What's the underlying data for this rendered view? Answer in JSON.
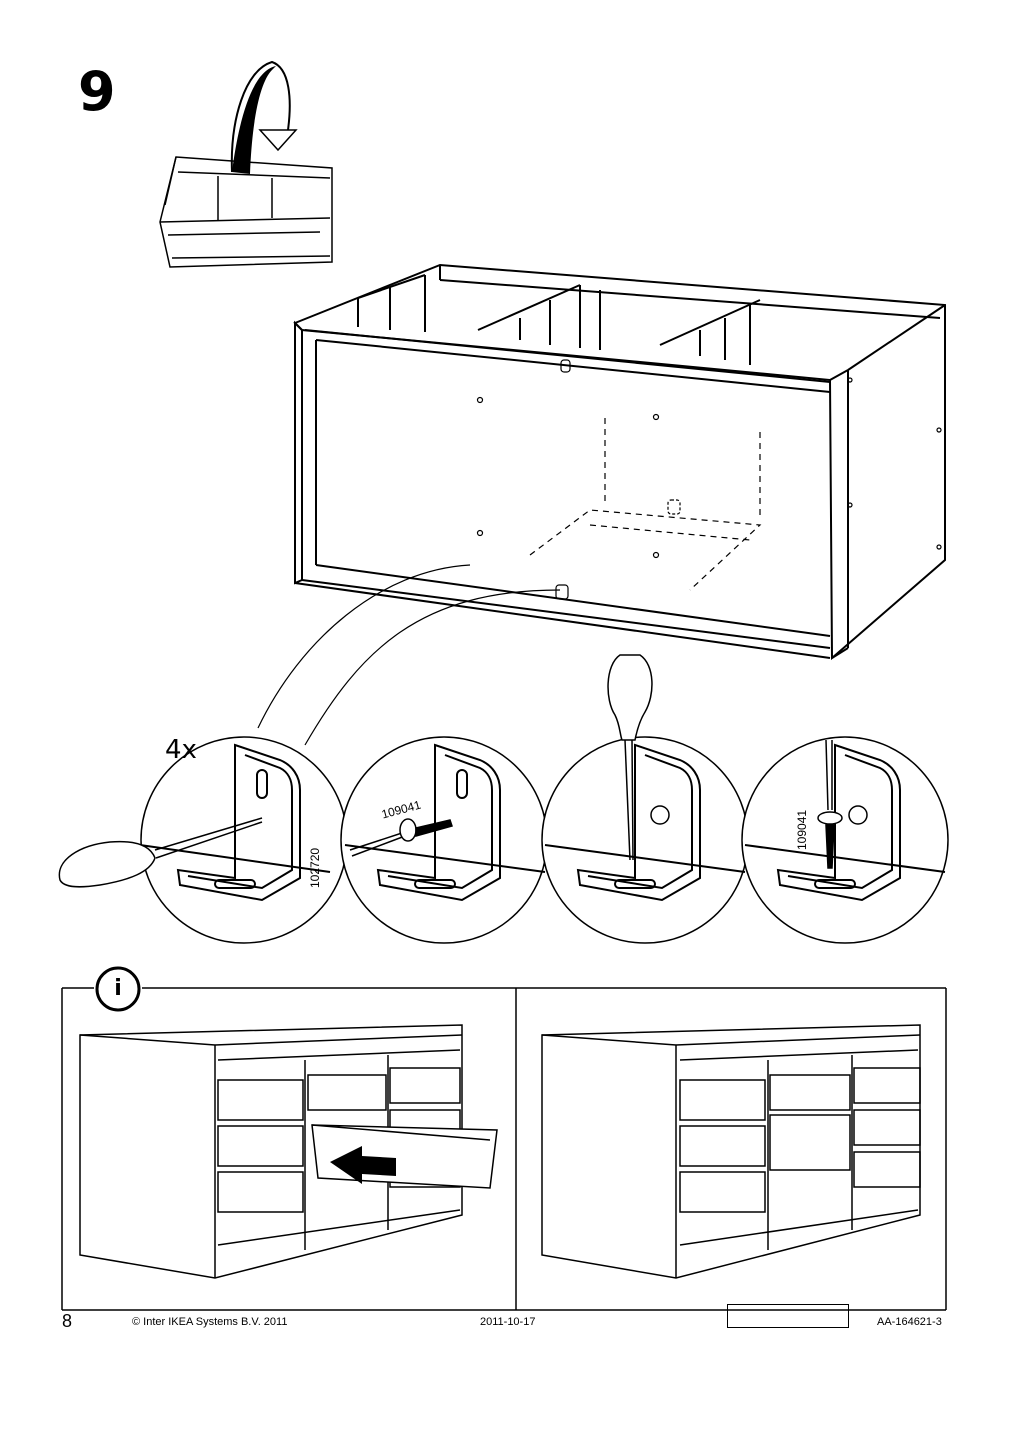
{
  "step": {
    "number": "9"
  },
  "detail": {
    "quantity": "4x",
    "parts": {
      "bracket_number": "102720",
      "screw_number_a": "109041",
      "screw_number_b": "109041"
    }
  },
  "info_panel": {
    "icon_letter": "i"
  },
  "footer": {
    "page_number": "8",
    "copyright": "© Inter IKEA Systems B.V. 2011",
    "date": "2011-10-17",
    "doc_code": "AA-164621-3"
  }
}
